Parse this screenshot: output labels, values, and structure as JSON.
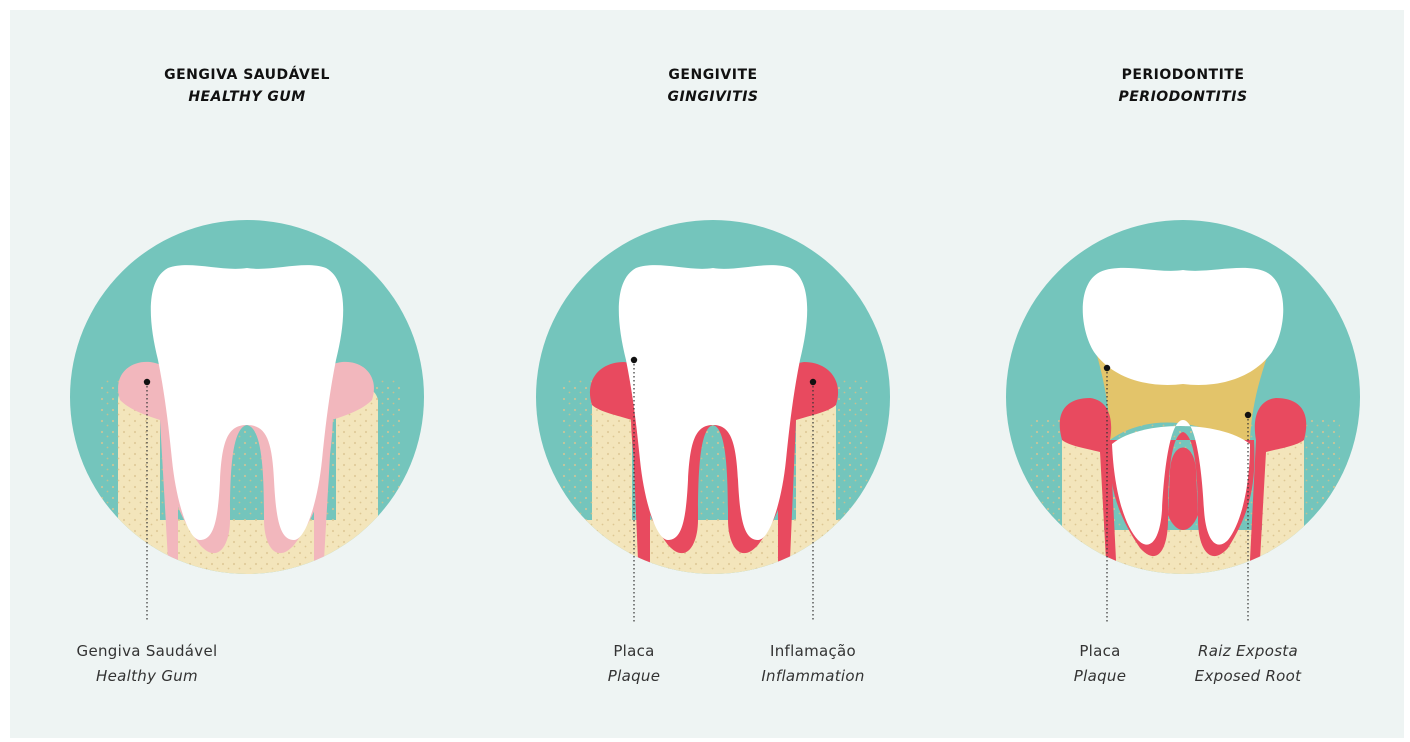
{
  "panels": [
    {
      "title_pt": "GENGIVA SAUDÁVEL",
      "title_en": "HEALTHY GUM",
      "labels": [
        {
          "pt": "Gengiva Saudável",
          "en": "Healthy Gum"
        }
      ]
    },
    {
      "title_pt": "GENGIVITE",
      "title_en": "GINGIVITIS",
      "labels": [
        {
          "pt": "Placa",
          "en": "Plaque"
        },
        {
          "pt": "Inflamação",
          "en": "Inflammation"
        }
      ]
    },
    {
      "title_pt": "PERIODONTITE",
      "title_en": "PERIODONTITIS",
      "labels": [
        {
          "pt": "Placa",
          "en": "Plaque"
        },
        {
          "pt": "Raiz Exposta",
          "en": "Exposed Root"
        }
      ]
    }
  ],
  "colors": {
    "background": "#eef4f3",
    "circle": "#74c5bc",
    "tooth": "#ffffff",
    "bone": "#f3e5bb",
    "healthy_gum": "#f2b7bd",
    "inflamed_gum": "#e84a5f",
    "plaque": "#e3c46a"
  }
}
